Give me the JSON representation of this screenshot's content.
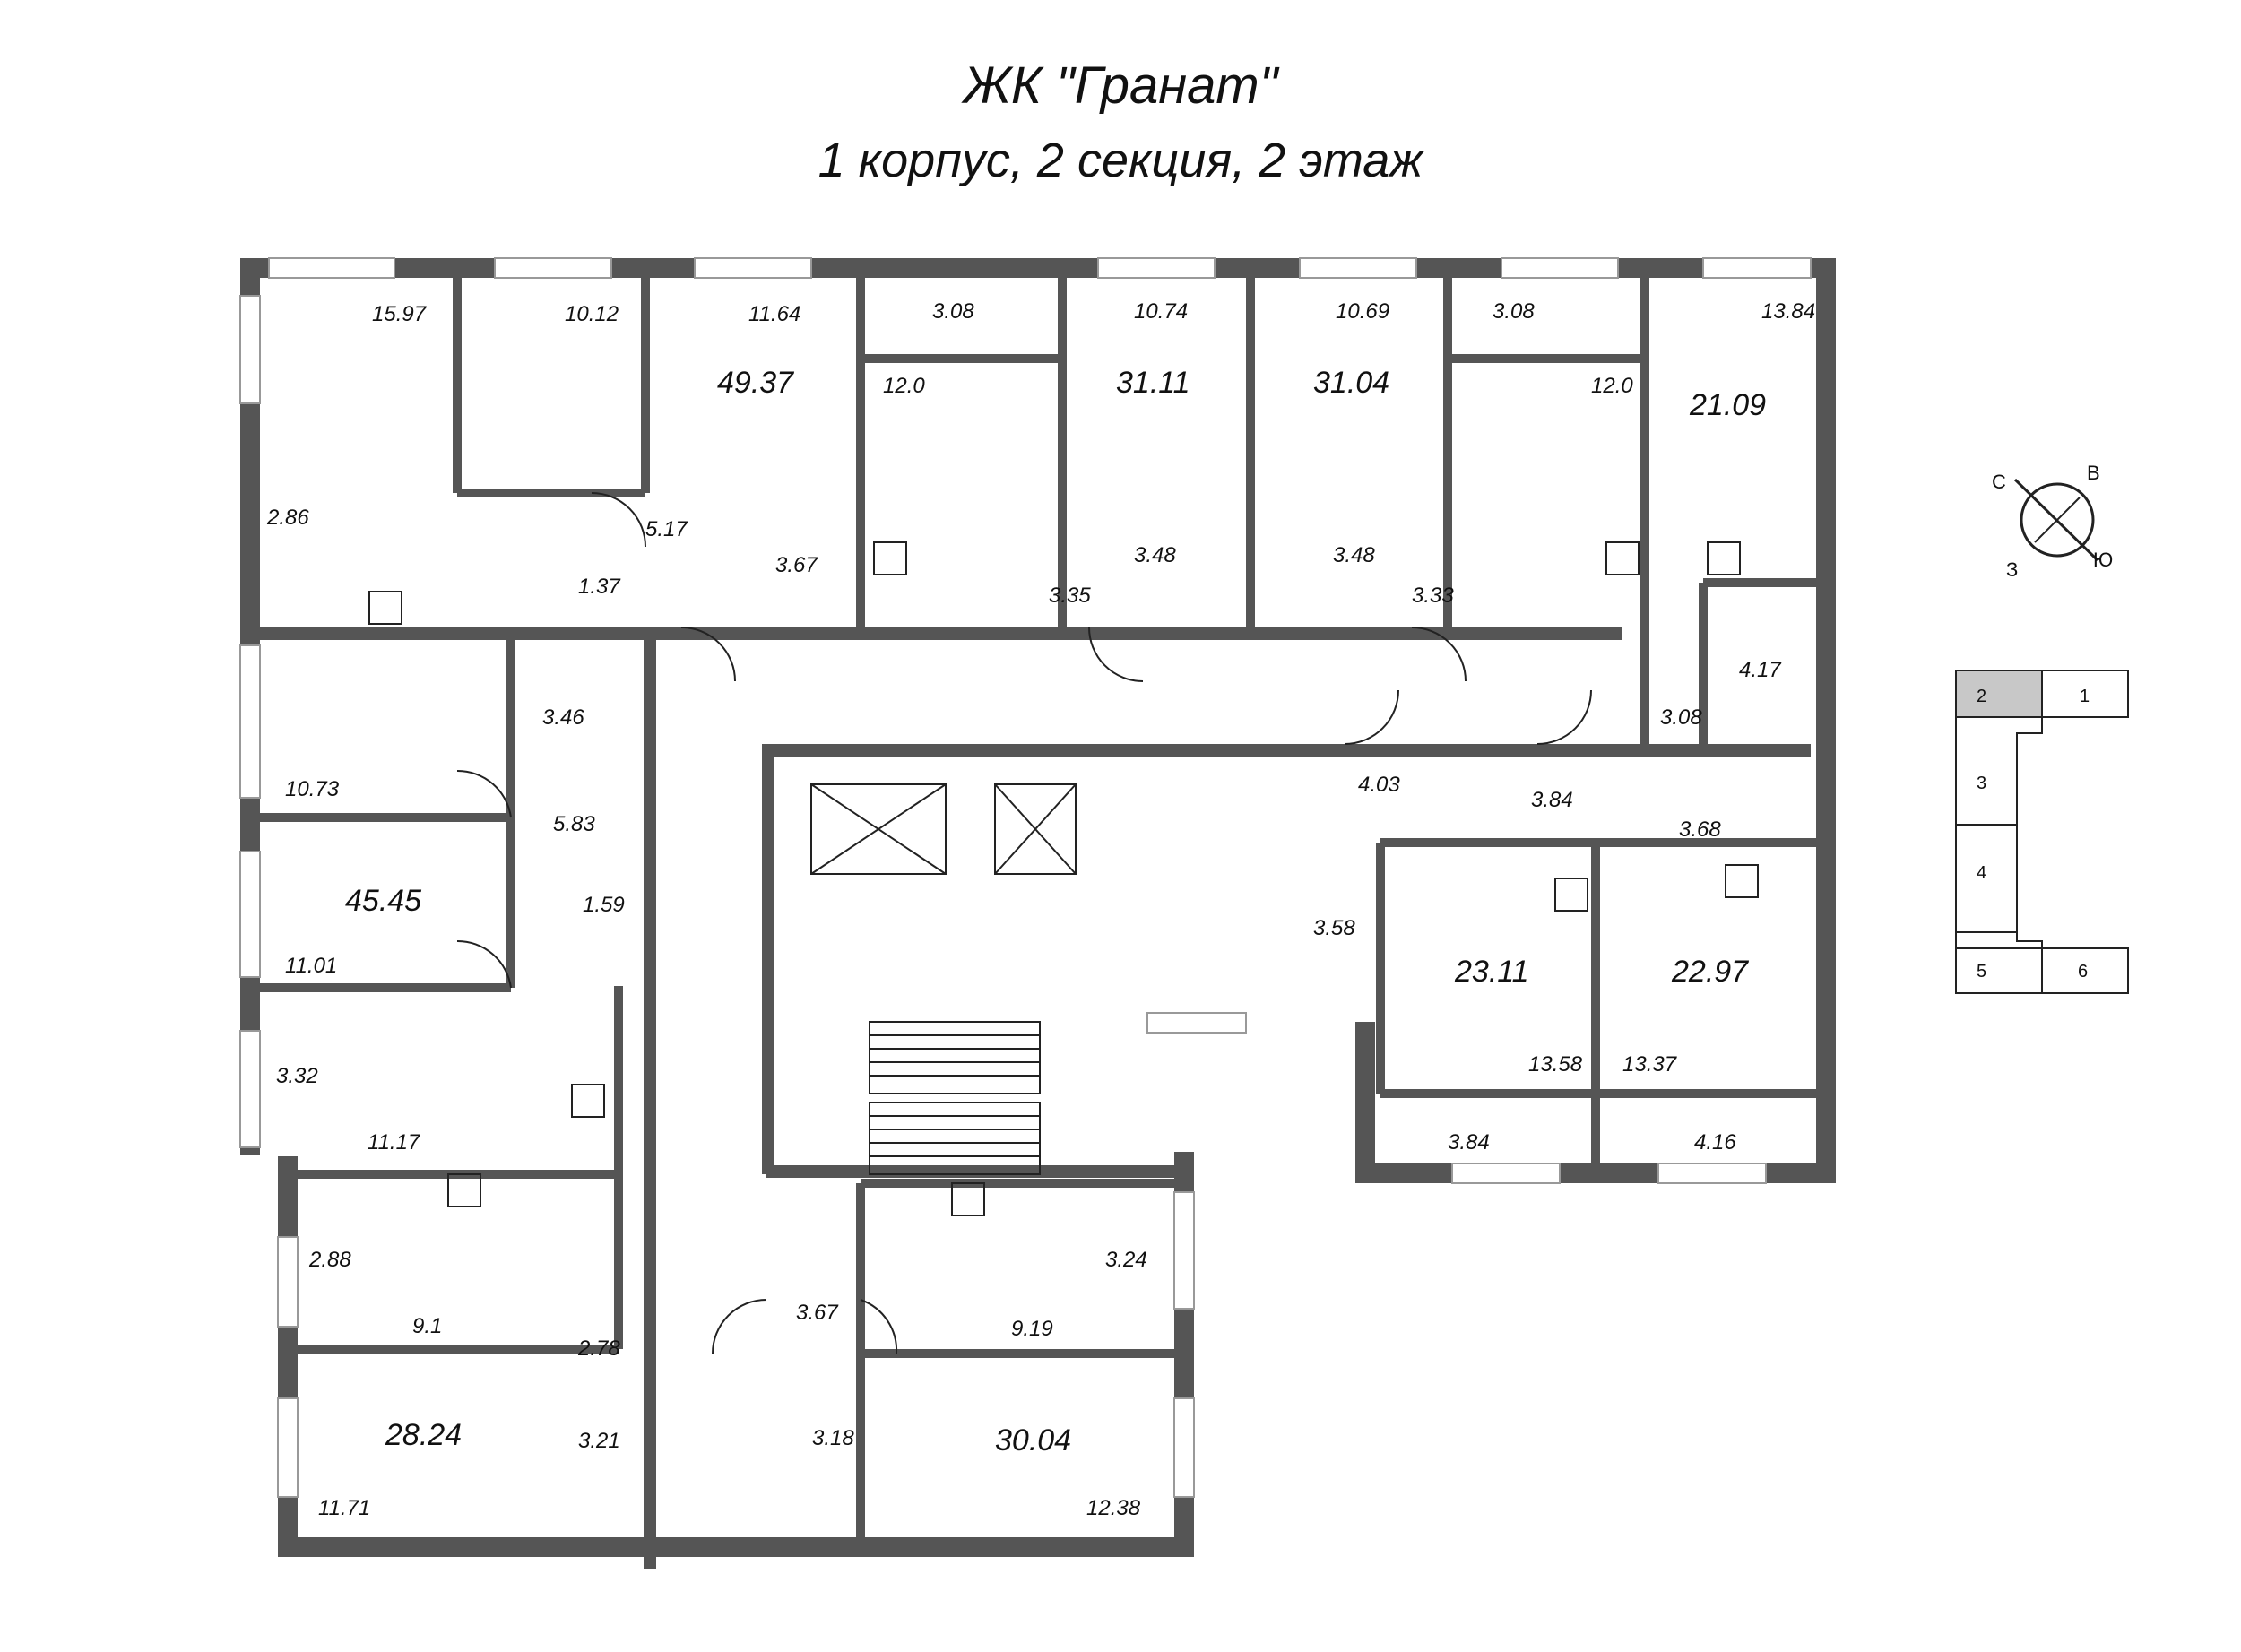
{
  "title": "ЖК \"Гранат\"",
  "subtitle": "1 корпус, 2 секция, 2 этаж",
  "apartment_totals": [
    "49.37",
    "31.11",
    "31.04",
    "21.09",
    "45.45",
    "23.11",
    "22.97",
    "28.24",
    "30.04"
  ],
  "rooms": {
    "r1597": "15.97",
    "r1012": "10.12",
    "r1164": "11.64",
    "r308a": "3.08",
    "r1074": "10.74",
    "r1069": "10.69",
    "r308b": "3.08",
    "r1384": "13.84",
    "r120a": "12.0",
    "r120b": "12.0",
    "r286": "2.86",
    "r517": "5.17",
    "r137": "1.37",
    "r367a": "3.67",
    "r348a": "3.48",
    "r348b": "3.48",
    "r335": "3.35",
    "r333": "3.33",
    "r417": "4.17",
    "r346": "3.46",
    "r308c": "3.08",
    "r1073": "10.73",
    "r583": "5.83",
    "r403": "4.03",
    "r384a": "3.84",
    "r368": "3.68",
    "r159": "1.59",
    "r358": "3.58",
    "r1101": "11.01",
    "r332": "3.32",
    "r1117": "11.17",
    "r1358": "13.58",
    "r1337": "13.37",
    "r384b": "3.84",
    "r416": "4.16",
    "r288": "2.88",
    "r324": "3.24",
    "r91": "9.1",
    "r919": "9.19",
    "r278": "2.78",
    "r367b": "3.67",
    "r321": "3.21",
    "r318": "3.18",
    "r1171": "11.71",
    "r1238": "12.38"
  },
  "compass": {
    "n": "С",
    "e": "В",
    "s": "Ю",
    "w": "З"
  },
  "section_key": {
    "cells": [
      "2",
      "1",
      "3",
      "4",
      "5",
      "6"
    ],
    "highlight": "2",
    "highlight_color": "#c8c8c8"
  },
  "colors": {
    "wall": "#555555",
    "line": "#222222",
    "window": "#999999"
  }
}
